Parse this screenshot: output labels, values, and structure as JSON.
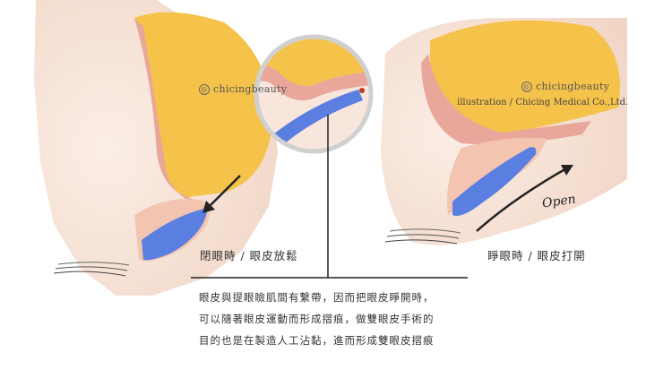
{
  "branding": {
    "left_watermark": "chicingbeauty",
    "right_watermark": "chicingbeauty",
    "credit": "illustration / Chicing Medical Co.,Ltd."
  },
  "labels": {
    "closed_eye": "閉眼時 / 眼皮放鬆",
    "open_eye": "睜眼時 / 眼皮打開",
    "open_word": "Open"
  },
  "caption": {
    "lines": [
      "眼皮與提眼瞼肌間有繫帶，因而把眼皮睜開時，",
      "可以隨著眼皮運動而形成摺痕，做雙眼皮手術的",
      "目的也是在製造人工沾黏，進而形成雙眼皮摺痕"
    ]
  },
  "icons": [
    "at-icon",
    "arrow-down-left-icon",
    "arrow-up-right-icon"
  ],
  "colors": {
    "fat": "#f5c24a",
    "muscle": "#e9a79c",
    "skin": "#f7dccb",
    "eyeball_blue": "#5b7fe0",
    "magnifier_ring": "#d0d0d0",
    "line": "#222222"
  }
}
